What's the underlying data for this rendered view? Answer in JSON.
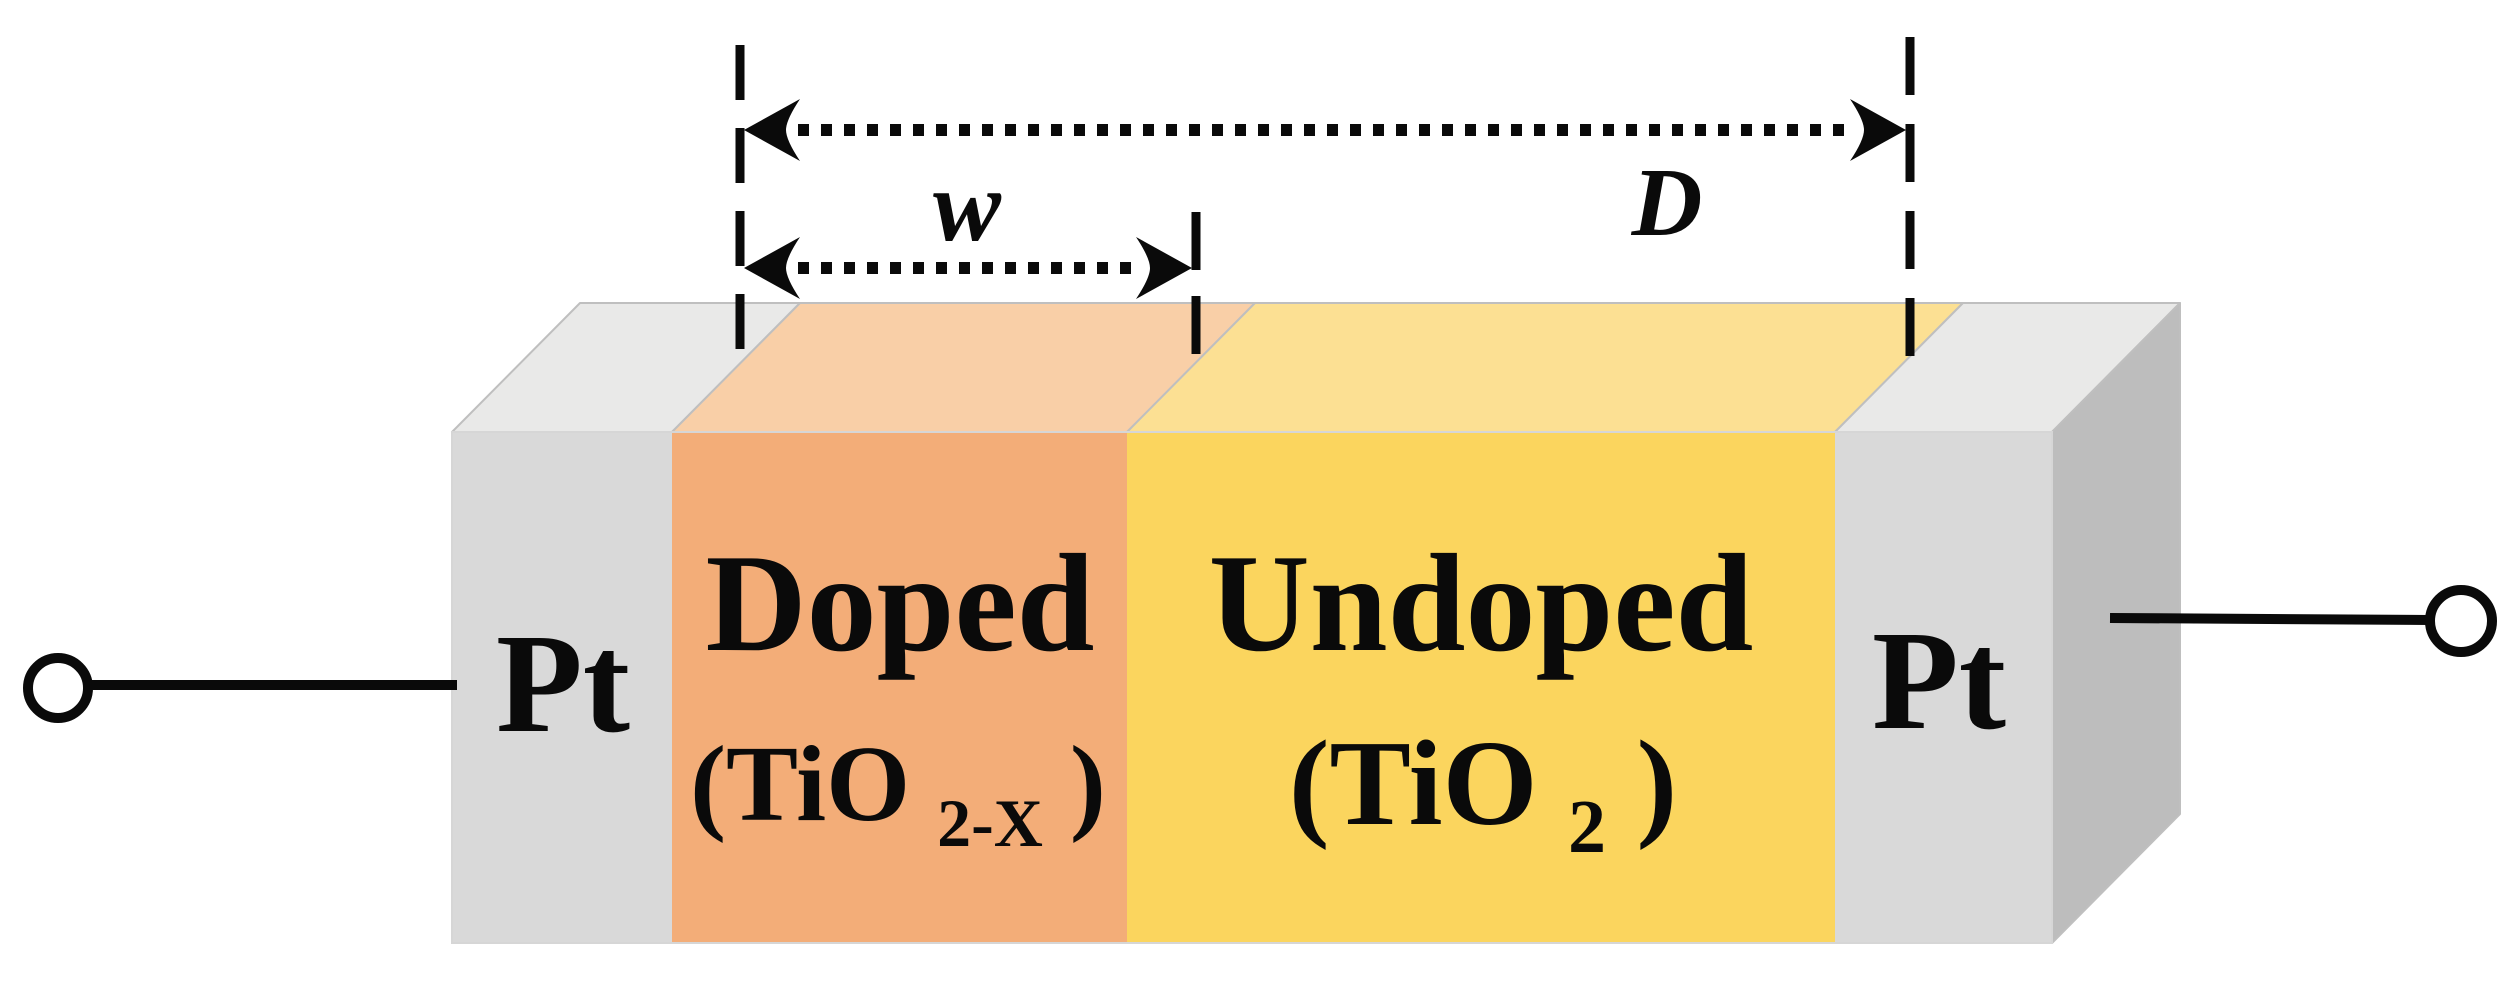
{
  "figure": {
    "kind": "memristor-device-schematic",
    "dimension_annotations": {
      "doped_width_label": "w",
      "device_length_label": "D"
    },
    "electrodes": {
      "left_label": "Pt",
      "right_label": "Pt"
    },
    "regions": {
      "doped": {
        "title": "Doped",
        "formula_prefix": "(TiO",
        "formula_subscript": "2-X",
        "formula_suffix": ")"
      },
      "undoped": {
        "title": "Undoped",
        "formula_prefix": "(TiO",
        "formula_subscript": "2",
        "formula_suffix": ")"
      }
    },
    "colors": {
      "background": "#ffffff",
      "electrode_front": "#d9d9d9",
      "electrode_top": "#e9e9e8",
      "electrode_side": "#bdbdbd",
      "doped_front": "#f3ad78",
      "doped_top": "#f9cfa7",
      "undoped_front": "#fbd55e",
      "undoped_top": "#fce093",
      "ink": "#0a0a0a",
      "edge": "#bfbfbf"
    }
  }
}
